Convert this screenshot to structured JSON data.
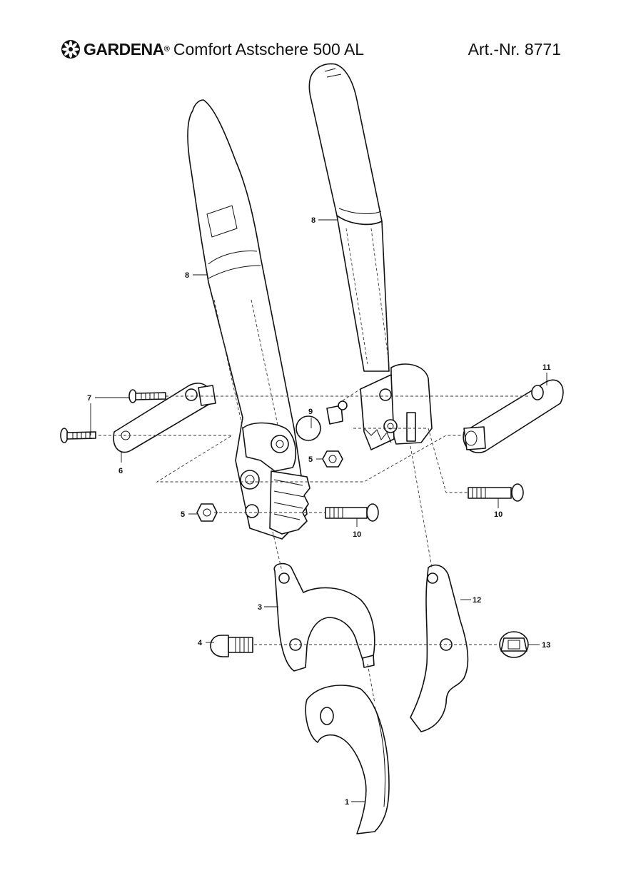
{
  "header": {
    "brand": "GARDENA",
    "trademark": "®",
    "product": "Comfort Astschere 500 AL",
    "article": "Art.-Nr. 8771"
  },
  "icons": {
    "brand_logo": "gardena-flower-logo-icon"
  },
  "callouts": {
    "c1": "1",
    "c3": "3",
    "c4": "4",
    "c5a": "5",
    "c5b": "5",
    "c6": "6",
    "c7": "7",
    "c8a": "8",
    "c8b": "8",
    "c9": "9",
    "c10a": "10",
    "c10b": "10",
    "c11": "11",
    "c12": "12",
    "c13": "13"
  }
}
